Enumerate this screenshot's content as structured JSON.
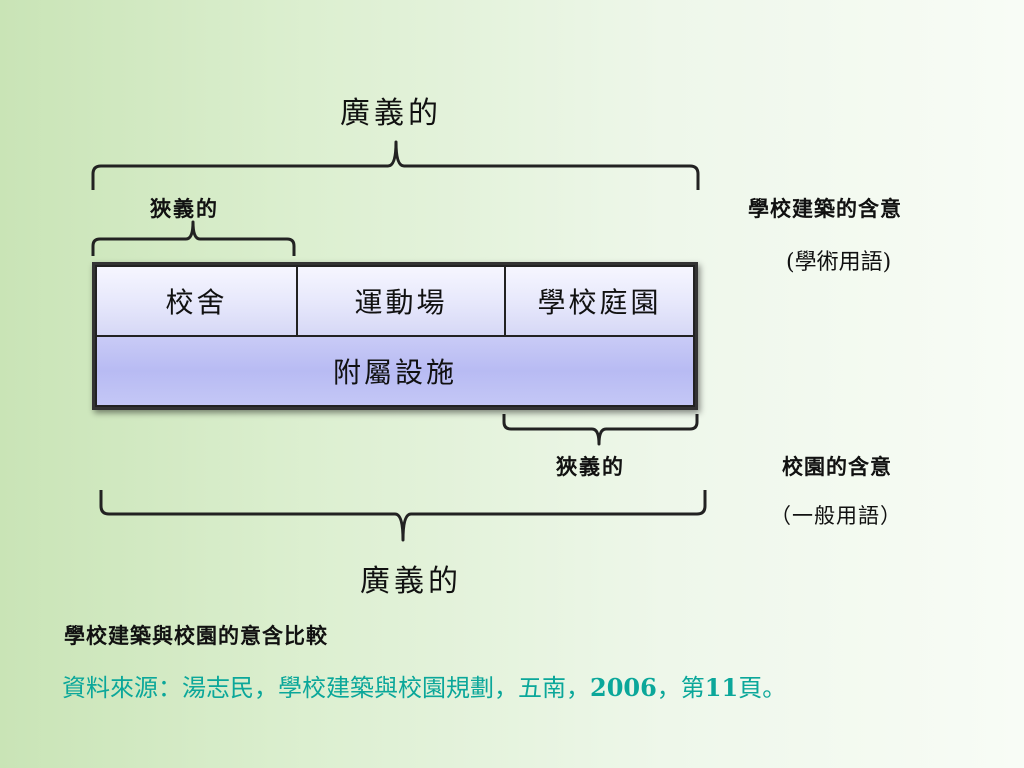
{
  "labels": {
    "broad_top": "廣義的",
    "narrow_left": "狹義的",
    "narrow_right": "狹義的",
    "broad_bottom": "廣義的"
  },
  "boxes": {
    "row1": [
      "校舍",
      "運動場",
      "學校庭園"
    ],
    "row2": "附屬設施"
  },
  "side": {
    "school_architecture_title": "學校建築的含意",
    "school_architecture_sub": "(學術用語)",
    "campus_title": "校園的含意",
    "campus_sub": "（一般用語）"
  },
  "caption": "學校建築與校園的意含比較",
  "source": {
    "prefix": "資料來源：湯志民，學校建築與校園規劃，五南，",
    "year": "2006",
    "sep": "，第",
    "page": "11",
    "suffix": "頁。"
  },
  "colors": {
    "source_text": "#0ba79a",
    "box_fill": "#e6e7fb",
    "box_bottom_fill": "#b8bbf3"
  }
}
